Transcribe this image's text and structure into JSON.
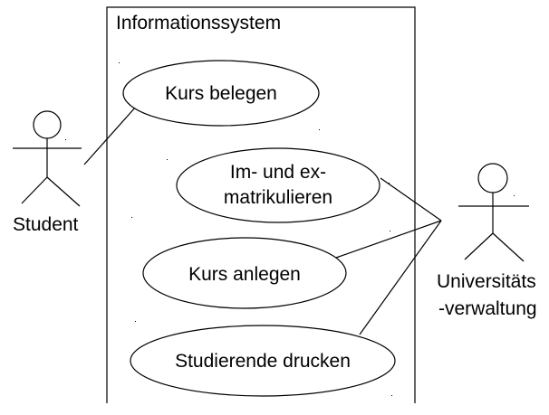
{
  "system": {
    "title": "Informationssystem"
  },
  "actors": {
    "student": {
      "label": "Student"
    },
    "verwaltung": {
      "label_line1": "Universitäts",
      "label_line2": "-verwaltung"
    }
  },
  "use_cases": {
    "kurs_belegen": {
      "label": "Kurs belegen"
    },
    "matrikulieren": {
      "label_line1": "Im- und ex-",
      "label_line2": "matrikulieren"
    },
    "kurs_anlegen": {
      "label": "Kurs anlegen"
    },
    "drucken": {
      "label": "Studierende drucken"
    }
  }
}
